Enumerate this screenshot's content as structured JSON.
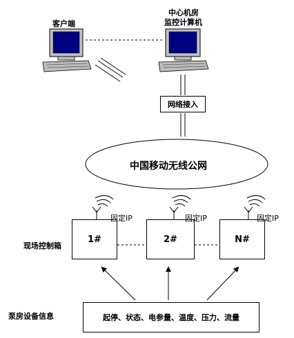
{
  "client": {
    "label": "客户端"
  },
  "center": {
    "line1": "中心机房",
    "line2": "监控计算机"
  },
  "network_access": {
    "label": "网络接入"
  },
  "cloud": {
    "label": "中国移动无线公网"
  },
  "site_boxes": [
    {
      "label": "1#",
      "ip_label": "固定IP"
    },
    {
      "label": "2#",
      "ip_label": "固定IP"
    },
    {
      "label": "N#",
      "ip_label": "固定IP"
    }
  ],
  "site_control_label": "现场控制箱",
  "pump_info_label": "泵房设备信息",
  "pump_info_content": "起停、状态、电参量、温度、压力、流量"
}
